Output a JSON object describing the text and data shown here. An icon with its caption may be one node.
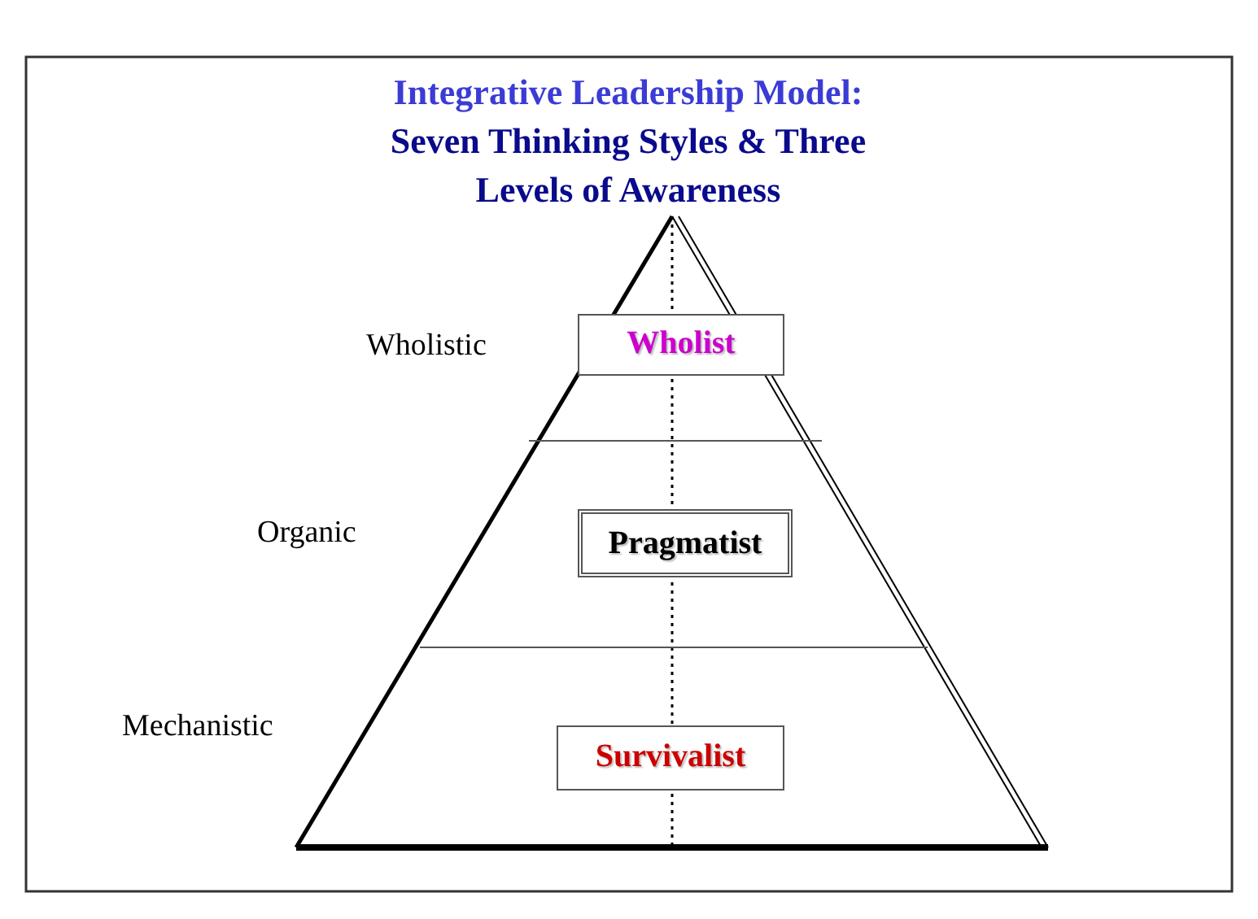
{
  "diagram": {
    "title": "Integrative Leadership Model: Seven Thinking Styles & Three Levels of Awareness",
    "nodes": [
      {
        "text": [
          "Wholist"
        ]
      },
      {
        "text": [
          "Pragmatist"
        ]
      },
      {
        "text": [
          "Survivalist"
        ]
      }
    ],
    "labels": [
      "Wholistic",
      "Organic",
      "Mechanistic"
    ]
  }
}
